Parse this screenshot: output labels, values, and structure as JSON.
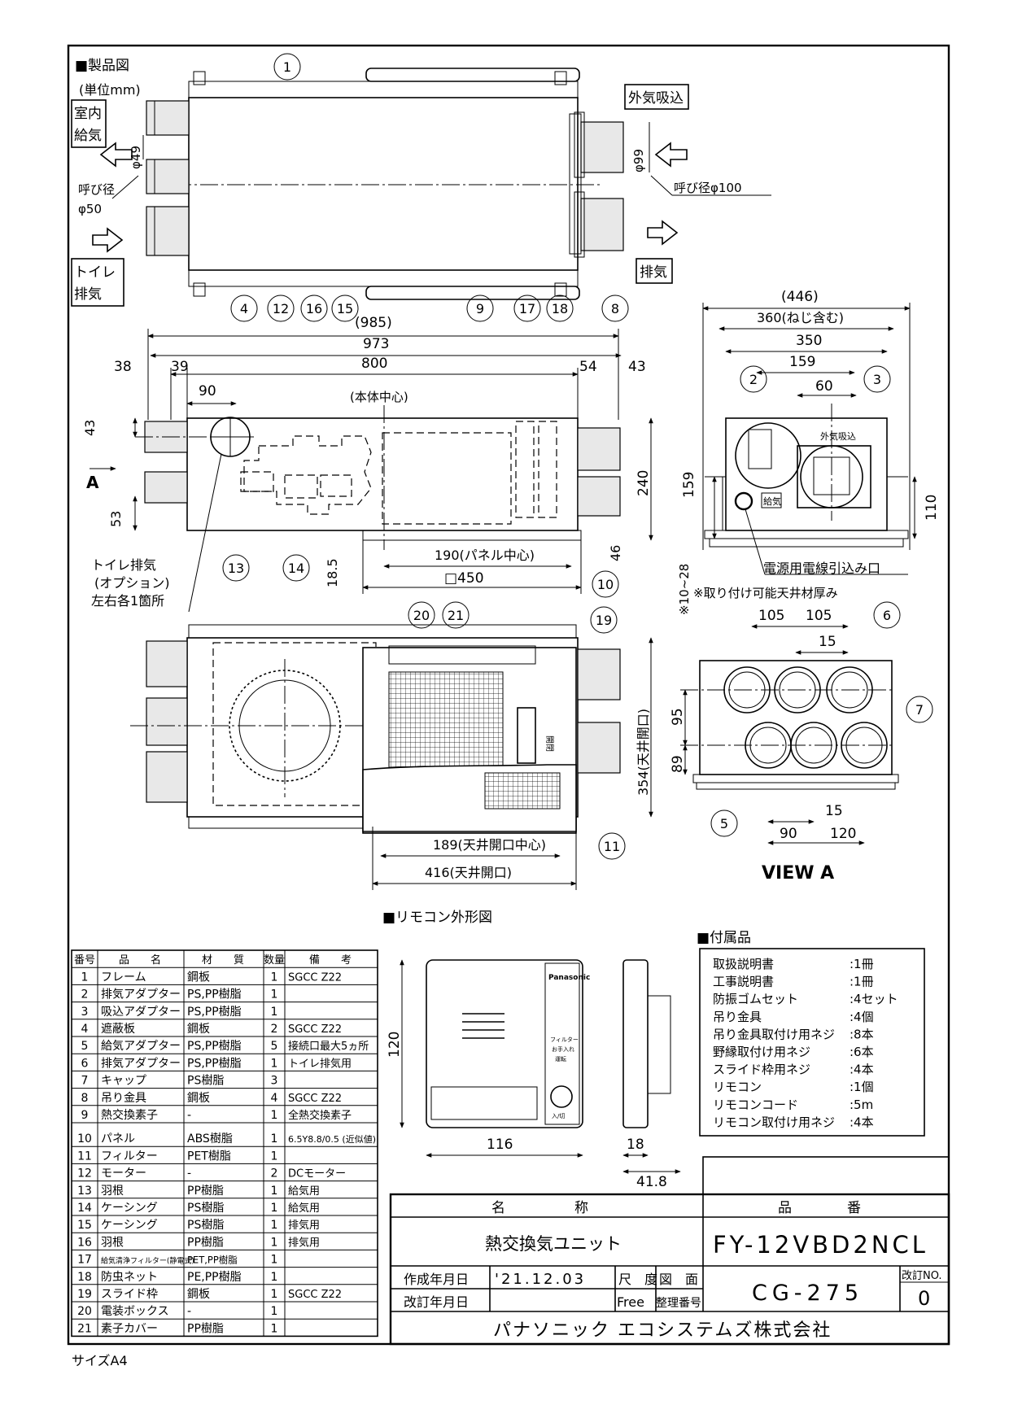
{
  "product_view": {
    "heading": "■製品図",
    "unit": "(単位mm)",
    "label_indoor_supply": [
      "室内",
      "給気"
    ],
    "label_toilet_exhaust": [
      "トイレ",
      "排気"
    ],
    "label_outside_intake": "外気吸込",
    "label_exhaust": "排気",
    "nominal_50": [
      "呼び径",
      "φ50"
    ],
    "nominal_100": "呼び径φ100",
    "dim_phi49": "φ49",
    "dim_phi99": "φ99"
  },
  "callouts": [
    "1",
    "2",
    "3",
    "4",
    "5",
    "6",
    "7",
    "8",
    "9",
    "10",
    "11",
    "12",
    "13",
    "14",
    "15",
    "16",
    "17",
    "18",
    "19",
    "20",
    "21"
  ],
  "top_view": {
    "dim_985": "(985)",
    "dim_973": "973",
    "dim_38": "38",
    "dim_39": "39",
    "dim_800": "800",
    "dim_54": "54",
    "dim_43r": "43",
    "dim_90": "90",
    "dim_43": "43",
    "dim_53": "53",
    "dim_240": "240",
    "dim_46": "46",
    "dim_190": "190(パネル中心)",
    "dim_450": "□450",
    "dim_185": "18.5",
    "body_center": "(本体中心)",
    "view_arrow": "A",
    "option_note": [
      "トイレ排気",
      "(オプション)",
      "左右各1箇所"
    ]
  },
  "side_view": {
    "dim_446": "(446)",
    "dim_360": "360(ねじ含む)",
    "dim_350": "350",
    "dim_159t": "159",
    "dim_60": "60",
    "dim_159": "159",
    "dim_110": "110",
    "dim_1028": "※10~28",
    "label_supply": "給気",
    "label_outside": "外気吸込",
    "power_note": "電源用電線引込み口",
    "ceiling_note": "※取り付け可能天井材厚み"
  },
  "bottom_view": {
    "dim_354": "354(天井開口)",
    "dim_189": "189(天井開口中心)",
    "dim_416": "416(天井開口)",
    "arrow_label": "開閉"
  },
  "view_a": {
    "title": "VIEW A",
    "dim_105a": "105",
    "dim_105b": "105",
    "dim_15t": "15",
    "dim_95": "95",
    "dim_89": "89",
    "dim_15b": "15",
    "dim_90": "90",
    "dim_120": "120"
  },
  "remote": {
    "heading": "■リモコン外形図",
    "brand": "Panasonic",
    "small_text": [
      "フィルター",
      "お手入れ",
      "運転"
    ],
    "button_text": "入/切",
    "dim_120": "120",
    "dim_116": "116",
    "dim_18": "18",
    "dim_418": "41.8"
  },
  "accessories": {
    "heading": "■付属品",
    "items": [
      {
        "name": "取扱説明書",
        "qty": ":1冊"
      },
      {
        "name": "工事説明書",
        "qty": ":1冊"
      },
      {
        "name": "防振ゴムセット",
        "qty": ":4セット"
      },
      {
        "name": "吊り金具",
        "qty": ":4個"
      },
      {
        "name": "吊り金具取付け用ネジ",
        "qty": ":8本"
      },
      {
        "name": "野縁取付け用ネジ",
        "qty": ":6本"
      },
      {
        "name": "スライド枠用ネジ",
        "qty": ":4本"
      },
      {
        "name": "リモコン",
        "qty": ":1個"
      },
      {
        "name": "リモコンコード",
        "qty": ":5m"
      },
      {
        "name": "リモコン取付け用ネジ",
        "qty": ":4本"
      }
    ]
  },
  "parts_table": {
    "headers": [
      "番号",
      "品　　名",
      "材　　質",
      "数量",
      "備　　考"
    ],
    "rows": [
      [
        "1",
        "フレーム",
        "鋼板",
        "1",
        "SGCC Z22"
      ],
      [
        "2",
        "排気アダプター",
        "PS,PP樹脂",
        "1",
        ""
      ],
      [
        "3",
        "吸込アダプター",
        "PS,PP樹脂",
        "1",
        ""
      ],
      [
        "4",
        "遮蔽板",
        "鋼板",
        "2",
        "SGCC Z22"
      ],
      [
        "5",
        "給気アダプター",
        "PS,PP樹脂",
        "5",
        "接続口最大5ヵ所"
      ],
      [
        "6",
        "排気アダプター",
        "PS,PP樹脂",
        "1",
        "トイレ排気用"
      ],
      [
        "7",
        "キャップ",
        "PS樹脂",
        "3",
        ""
      ],
      [
        "8",
        "吊り金具",
        "鋼板",
        "4",
        "SGCC Z22"
      ],
      [
        "9",
        "熱交換素子",
        "-",
        "1",
        "全熱交換素子"
      ],
      [
        "10",
        "パネル",
        "ABS樹脂",
        "1",
        "6.5Y8.8/0.5 (近似値)"
      ],
      [
        "11",
        "フィルター",
        "PET樹脂",
        "1",
        ""
      ],
      [
        "12",
        "モーター",
        "-",
        "2",
        "DCモーター"
      ],
      [
        "13",
        "羽根",
        "PP樹脂",
        "1",
        "給気用"
      ],
      [
        "14",
        "ケーシング",
        "PS樹脂",
        "1",
        "給気用"
      ],
      [
        "15",
        "ケーシング",
        "PS樹脂",
        "1",
        "排気用"
      ],
      [
        "16",
        "羽根",
        "PP樹脂",
        "1",
        "排気用"
      ],
      [
        "17",
        "給気清浄フィルター(静電式)",
        "PET,PP樹脂",
        "1",
        ""
      ],
      [
        "18",
        "防虫ネット",
        "PE,PP樹脂",
        "1",
        ""
      ],
      [
        "19",
        "スライド枠",
        "鋼板",
        "1",
        "SGCC Z22"
      ],
      [
        "20",
        "電装ボックス",
        "-",
        "1",
        ""
      ],
      [
        "21",
        "素子カバー",
        "PP樹脂",
        "1",
        ""
      ]
    ]
  },
  "title_block": {
    "name_label": "名　　　　　称",
    "part_label": "品　　　　番",
    "name": "熱交換気ユニット",
    "part_no": "FY-12VBD2NCL",
    "created_label": "作成年月日",
    "created_date": "'21.12.03",
    "revised_label": "改訂年月日",
    "scale_label": "尺　度",
    "scale_value": "Free",
    "drawing_label": "図　面",
    "ref_label": "整理番号",
    "drawing_no": "CG-275",
    "rev_label": "改訂NO.",
    "rev_no": "0",
    "company": "パナソニック エコシステムズ株式会社"
  },
  "footer": {
    "size": "サイズA4"
  }
}
